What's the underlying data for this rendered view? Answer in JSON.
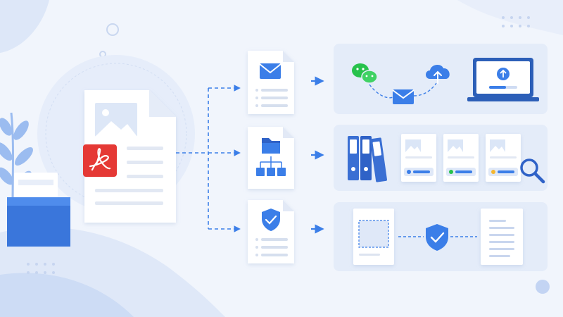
{
  "colors": {
    "background": "#f1f5fc",
    "accent_blue": "#3b7ee8",
    "dark_blue": "#2f62c7",
    "pdf_red": "#e53935",
    "wechat_green": "#27c24c",
    "panel_fill": "#e4ecf9",
    "doc_white": "#ffffff",
    "line_gray": "#d3dbea"
  },
  "diagram": {
    "source": {
      "icon": "pdf-document-icon",
      "badge_icon": "adobe-acrobat-icon",
      "tray_icon": "file-tray-icon",
      "decor": "plant-leaves-icon"
    },
    "branches": [
      {
        "id": "share",
        "card_icon": "envelope-icon",
        "panel_icons": [
          "wechat-icon",
          "envelope-icon",
          "cloud-upload-icon",
          "laptop-upload-icon"
        ]
      },
      {
        "id": "organize",
        "card_icon": "folder-tree-icon",
        "panel_icons": [
          "binder-icon",
          "binder-icon",
          "binder-icon",
          "document-card-icon",
          "document-card-icon",
          "document-card-icon",
          "magnifier-icon"
        ],
        "status_dots": [
          "#3b7ee8",
          "#27c24c",
          "#f5b731"
        ]
      },
      {
        "id": "secure",
        "card_icon": "shield-check-icon",
        "panel_icons": [
          "scanned-document-icon",
          "shield-check-icon",
          "text-document-icon"
        ]
      }
    ]
  }
}
